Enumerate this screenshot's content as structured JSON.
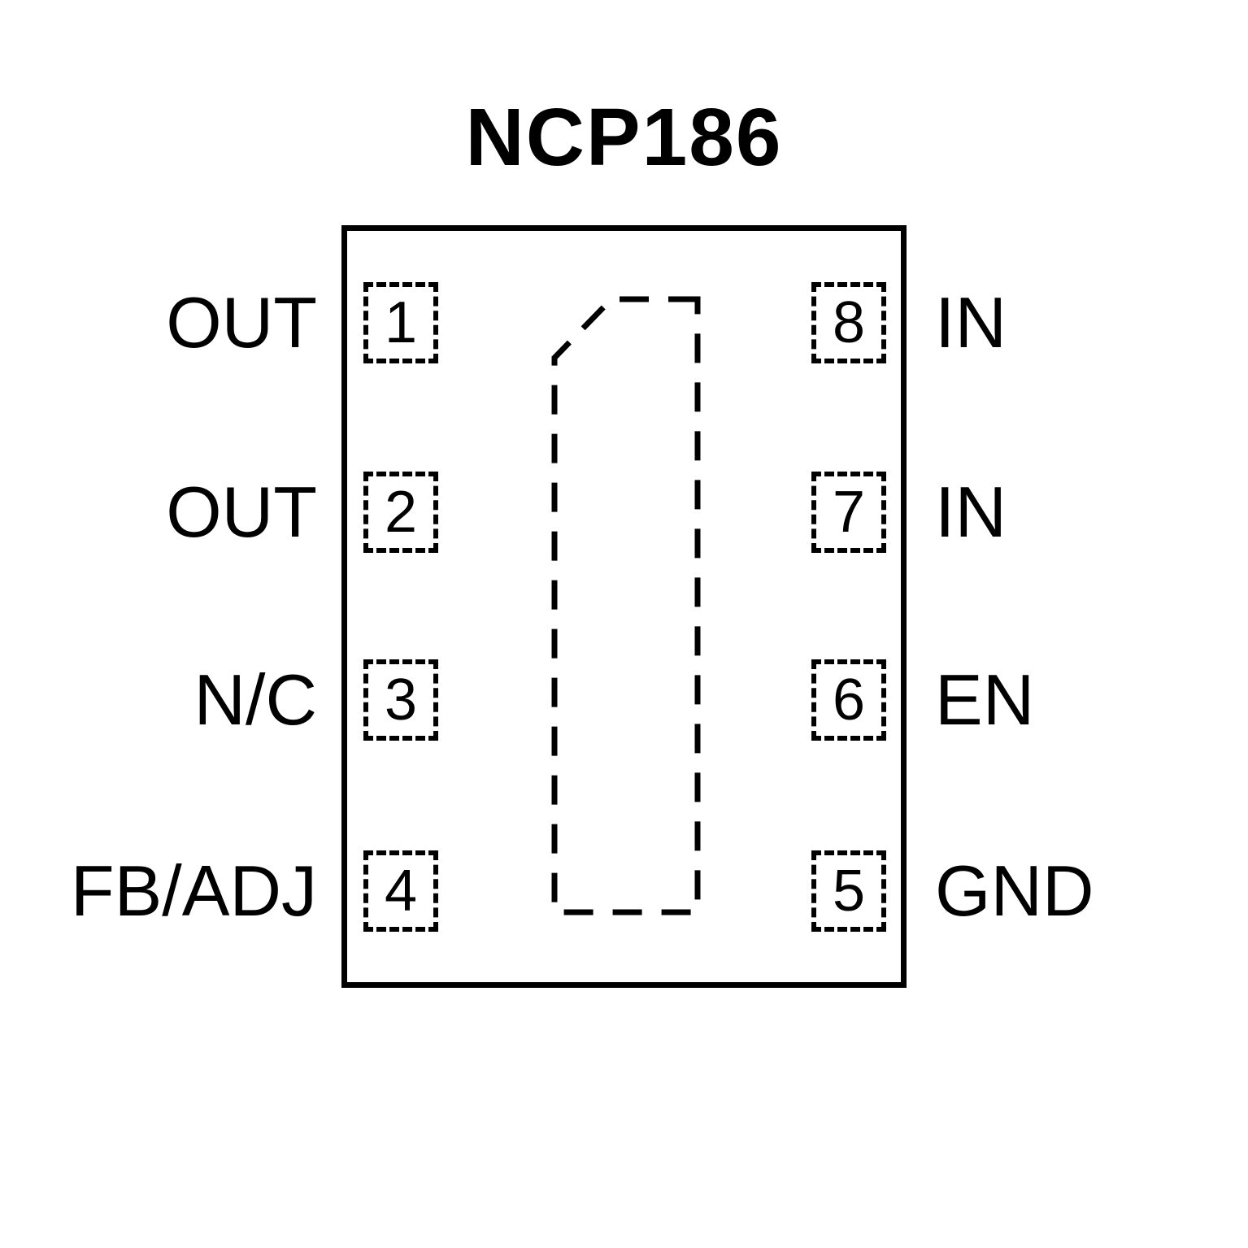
{
  "title": "NCP186",
  "package": {
    "outline": "solid-rectangle",
    "exposed_pad": "dashed-outline-with-chamfered-top-left-corner"
  },
  "pins": {
    "left": [
      {
        "number": "1",
        "label": "OUT"
      },
      {
        "number": "2",
        "label": "OUT"
      },
      {
        "number": "3",
        "label": "N/C"
      },
      {
        "number": "4",
        "label": "FB/ADJ"
      }
    ],
    "right": [
      {
        "number": "8",
        "label": "IN"
      },
      {
        "number": "7",
        "label": "IN"
      },
      {
        "number": "6",
        "label": "EN"
      },
      {
        "number": "5",
        "label": "GND"
      }
    ]
  },
  "colors": {
    "line": "#000000",
    "background": "#ffffff"
  }
}
